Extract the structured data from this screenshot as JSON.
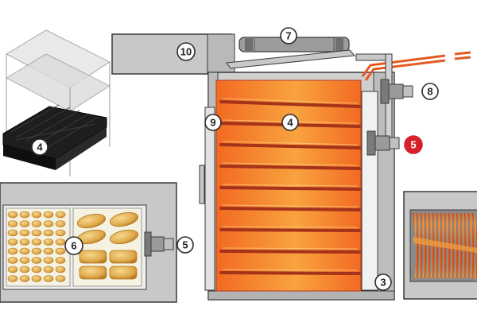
{
  "callouts": {
    "c4_trays": "4",
    "c10_cabinet": "10",
    "c7_drive": "7",
    "c8_motor": "8",
    "c9_door": "9",
    "c4_chamber": "4",
    "c5_motor_alert": "5",
    "c6_products": "6",
    "c5_motor_lower": "5",
    "c3_frame": "3"
  },
  "colors": {
    "frame": "#c8c8c8",
    "frame_dark": "#9a9a9a",
    "outline": "#3a3a3a",
    "chamber_orange": "#f3762a",
    "chamber_light": "#f9a33f",
    "rack": "#b33a1e",
    "tray_black": "#1e1e1e",
    "tray_glass": "#d9d9d9",
    "bread": "#e6b65a",
    "bread_dark": "#b57b24",
    "alert_red": "#d6202a",
    "motor": "#8f8f8f"
  },
  "icons": [
    "motor-icon",
    "roller-icon",
    "bread-icon"
  ]
}
